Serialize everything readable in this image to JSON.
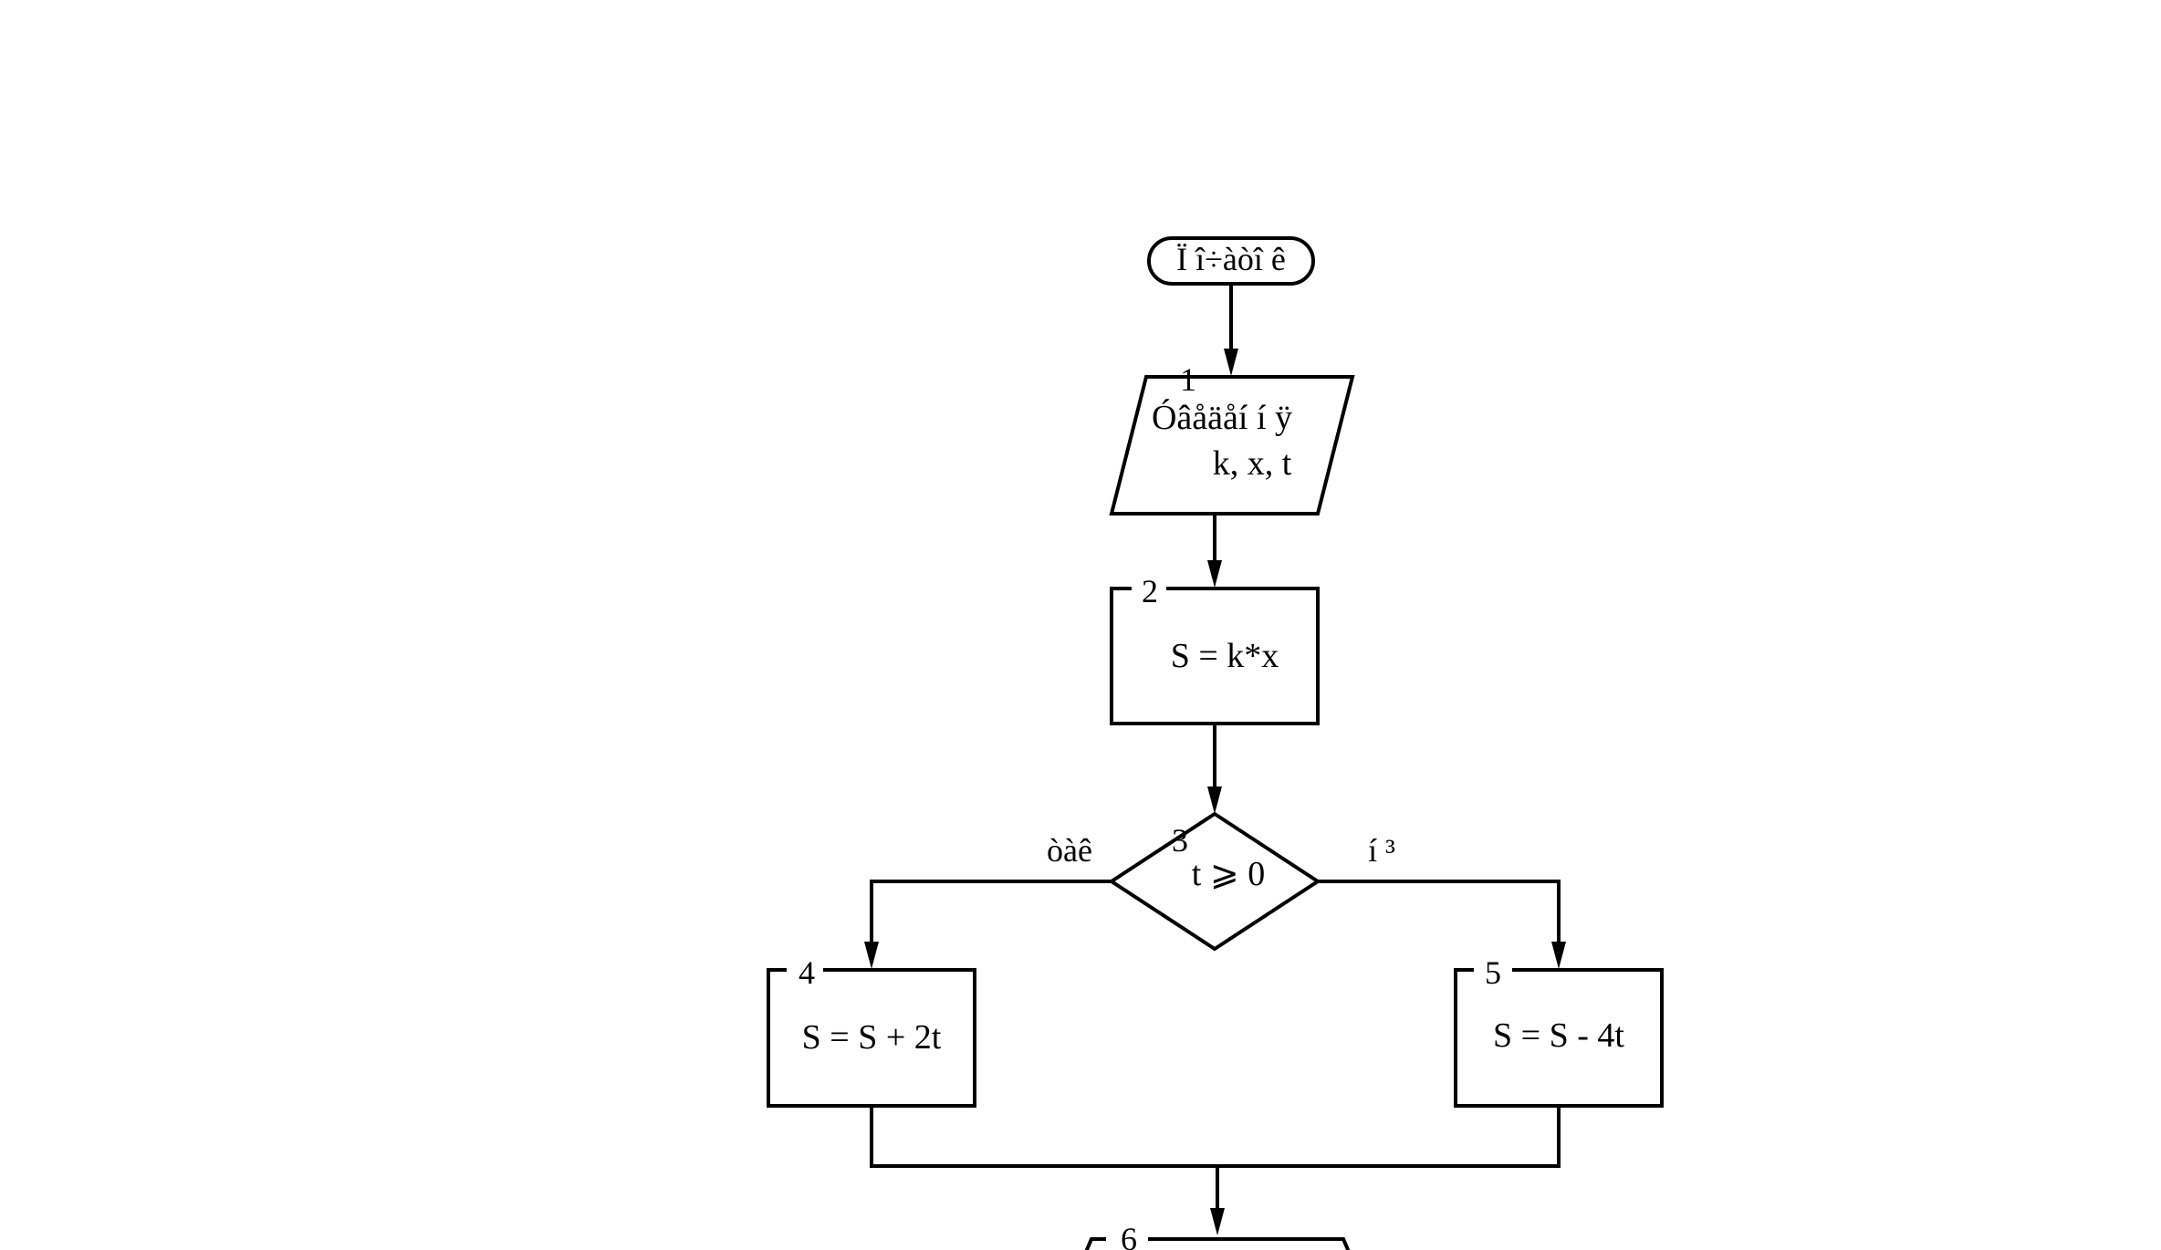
{
  "flowchart": {
    "start_label": "Ï î÷àòî ê",
    "block1": {
      "number": "1",
      "line1": "Óâåäåí í ÿ",
      "line2": "k, x, t"
    },
    "block2": {
      "number": "2",
      "text": "S = k*x"
    },
    "block3": {
      "number": "3",
      "condition": "t ⩾ 0",
      "yes_label": "òàê",
      "no_label": "í ³"
    },
    "block4": {
      "number": "4",
      "text": "S = S + 2t"
    },
    "block5": {
      "number": "5",
      "text": "S = S - 4t"
    },
    "block6": {
      "number": "6"
    }
  },
  "colors": {
    "stroke": "#000000",
    "background": "#ffffff"
  }
}
